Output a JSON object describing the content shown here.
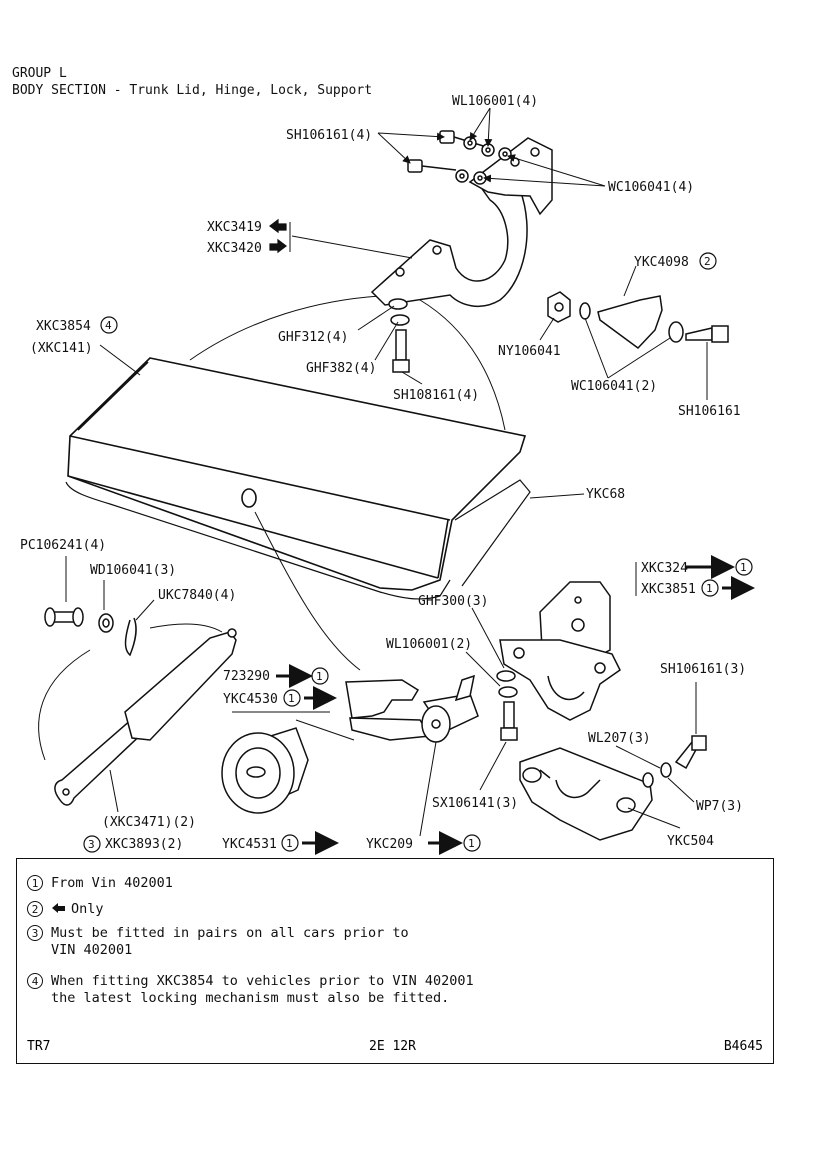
{
  "header": {
    "group": "GROUP L",
    "section": "BODY SECTION - Trunk Lid, Hinge, Lock, Support"
  },
  "parts": {
    "wl106001_4": "WL106001(4)",
    "sh106161_4": "SH106161(4)",
    "wc106041_4": "WC106041(4)",
    "xkc3419": "XKC3419",
    "xkc3420": "XKC3420",
    "ykc4098": "YKC4098",
    "xkc3854": "XKC3854",
    "xkc141": "(XKC141)",
    "ghf312": "GHF312(4)",
    "ny106041": "NY106041",
    "ghf382": "GHF382(4)",
    "sh108161": "SH108161(4)",
    "wc106041_2": "WC106041(2)",
    "sh106161": "SH106161",
    "ykc68": "YKC68",
    "pc106241": "PC106241(4)",
    "wd106041": "WD106041(3)",
    "ukc7840": "UKC7840(4)",
    "xkc324": "XKC324",
    "xkc3851": "XKC3851",
    "ghf300": "GHF300(3)",
    "wl106001_2": "WL106001(2)",
    "sh106161_3": "SH106161(3)",
    "p723290": "723290",
    "ykc4530": "YKC4530",
    "wl207": "WL207(3)",
    "wp7": "WP7(3)",
    "sx106141": "SX106141(3)",
    "ykc504": "YKC504",
    "xkc3471": "(XKC3471)(2)",
    "xkc3893": "XKC3893(2)",
    "ykc4531": "YKC4531",
    "ykc209": "YKC209"
  },
  "markers": {
    "one": "1",
    "two": "2",
    "three": "3",
    "four": "4"
  },
  "notes": [
    {
      "num": "1",
      "text": "From Vin 402001"
    },
    {
      "num": "2",
      "text": "Only"
    },
    {
      "num": "3",
      "text": "Must be fitted in pairs on all cars prior to\nVIN 402001"
    },
    {
      "num": "4",
      "text": "When fitting XKC3854 to vehicles prior to VIN 402001\nthe latest locking mechanism must also be fitted."
    }
  ],
  "footer": {
    "left": "TR7",
    "center": "2E 12R",
    "right": "B4645"
  }
}
